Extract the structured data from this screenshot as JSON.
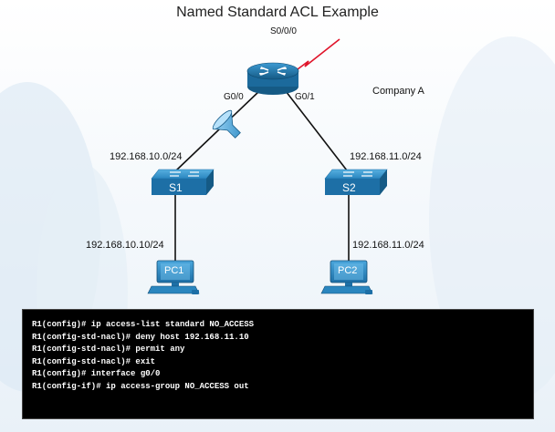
{
  "title": "Named Standard ACL Example",
  "company_label": "Company A",
  "router": {
    "serial_interface": "S0/0/0",
    "left_interface": "G0/0",
    "right_interface": "G0/1"
  },
  "switches": [
    {
      "name": "S1",
      "network": "192.168.10.0/24"
    },
    {
      "name": "S2",
      "network": "192.168.11.0/24"
    }
  ],
  "pcs": [
    {
      "name": "PC1",
      "address": "192.168.10.10/24"
    },
    {
      "name": "PC2",
      "address": "192.168.11.0/24"
    }
  ],
  "commands": [
    "R1(config)# ip access-list standard NO_ACCESS",
    "R1(config-std-nacl)# deny host 192.168.11.10",
    "R1(config-std-nacl)# permit any",
    "R1(config-std-nacl)# exit",
    "R1(config)# interface g0/0",
    "R1(config-if)# ip access-group NO_ACCESS out"
  ],
  "colors": {
    "device_blue": "#1f7fb8",
    "device_dark": "#155a85",
    "serial_link": "#e0142a",
    "terminal_bg": "#000000"
  }
}
